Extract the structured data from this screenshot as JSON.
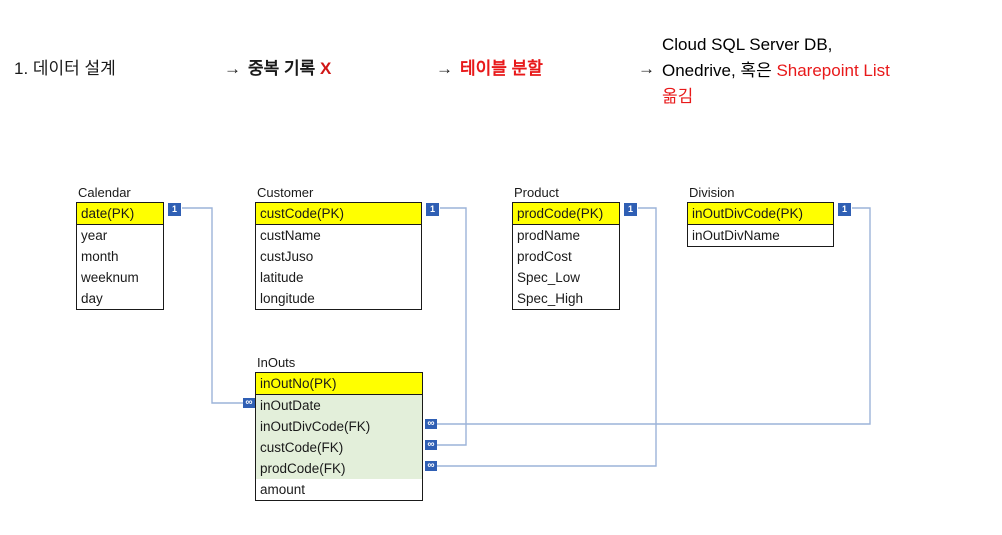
{
  "header": {
    "step1": "1. 데이터 설계",
    "arrow": "→",
    "step2_text": "중복 기록 ",
    "step2_mark": "X",
    "step3": "테이블 분할",
    "step4_line1": "Cloud SQL Server DB,",
    "step4_line2a": "Onedrive, 혹은 ",
    "step4_line2b": "Sharepoint List",
    "step4_line3": "옮김"
  },
  "diagram": {
    "badge_one": "1",
    "badge_many": "∞",
    "entities": [
      {
        "name": "Calendar",
        "fields": [
          {
            "label": "date(PK)",
            "kind": "pk"
          },
          {
            "label": "year",
            "kind": "plain"
          },
          {
            "label": "month",
            "kind": "plain"
          },
          {
            "label": "weeknum",
            "kind": "plain"
          },
          {
            "label": "day",
            "kind": "plain"
          }
        ]
      },
      {
        "name": "Customer",
        "fields": [
          {
            "label": "custCode(PK)",
            "kind": "pk"
          },
          {
            "label": "custName",
            "kind": "plain"
          },
          {
            "label": "custJuso",
            "kind": "plain"
          },
          {
            "label": "latitude",
            "kind": "plain"
          },
          {
            "label": "longitude",
            "kind": "plain"
          }
        ]
      },
      {
        "name": "Product",
        "fields": [
          {
            "label": "prodCode(PK)",
            "kind": "pk"
          },
          {
            "label": "prodName",
            "kind": "plain"
          },
          {
            "label": "prodCost",
            "kind": "plain"
          },
          {
            "label": "Spec_Low",
            "kind": "plain"
          },
          {
            "label": "Spec_High",
            "kind": "plain"
          }
        ]
      },
      {
        "name": "Division",
        "fields": [
          {
            "label": "inOutDivCode(PK)",
            "kind": "pk"
          },
          {
            "label": "inOutDivName",
            "kind": "plain"
          }
        ]
      },
      {
        "name": "InOuts",
        "fields": [
          {
            "label": "inOutNo(PK)",
            "kind": "pk"
          },
          {
            "label": "inOutDate",
            "kind": "fk"
          },
          {
            "label": "inOutDivCode(FK)",
            "kind": "fk"
          },
          {
            "label": "custCode(FK)",
            "kind": "fk"
          },
          {
            "label": "prodCode(FK)",
            "kind": "fk"
          },
          {
            "label": "amount",
            "kind": "plain"
          }
        ]
      }
    ],
    "relationships": [
      {
        "from": "Calendar.date(PK)",
        "to": "InOuts.inOutDate"
      },
      {
        "from": "Customer.custCode(PK)",
        "to": "InOuts.custCode(FK)"
      },
      {
        "from": "Product.prodCode(PK)",
        "to": "InOuts.prodCode(FK)"
      },
      {
        "from": "Division.inOutDivCode(PK)",
        "to": "InOuts.inOutDivCode(FK)"
      }
    ]
  },
  "colors": {
    "pk_highlight": "#ffff00",
    "fk_highlight": "#e3efda",
    "badge_blue": "#2f5fb4",
    "connector": "#9cb3d9",
    "accent_red": "#e8191a"
  }
}
